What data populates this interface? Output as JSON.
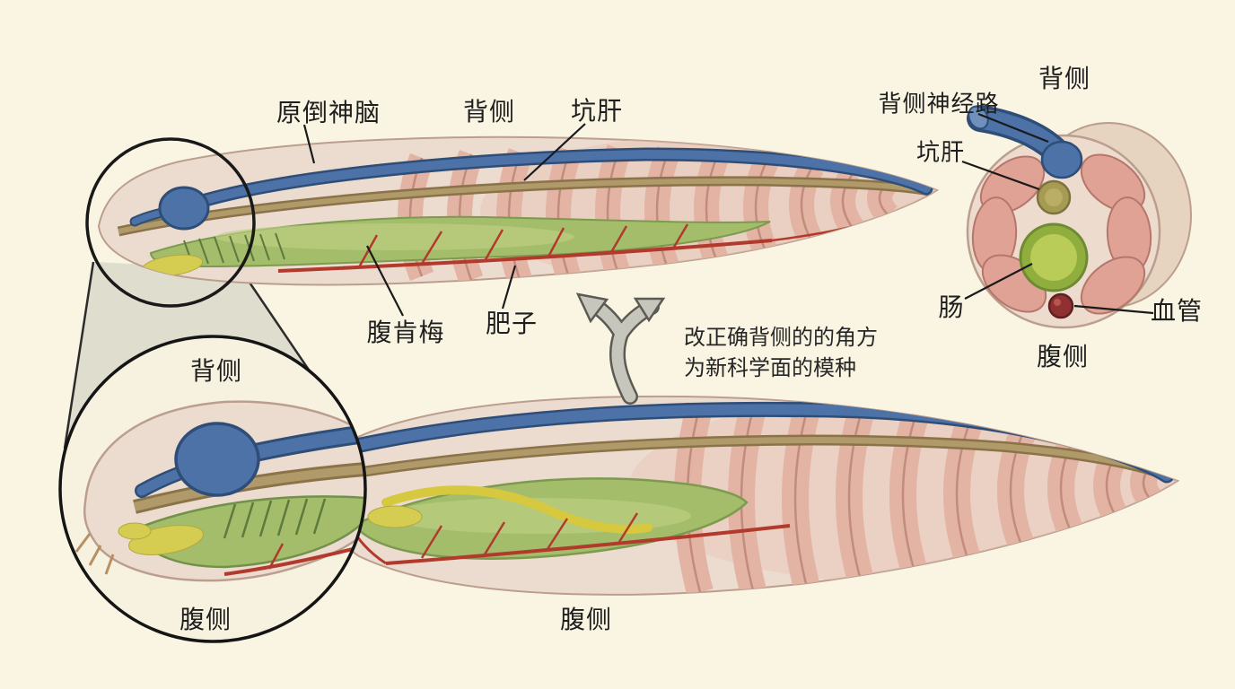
{
  "labels": {
    "lateral_top": {
      "nerve_cord": "原倒神脑",
      "dorsal": "背侧",
      "liver": "坑肝",
      "ventral_organ": "腹肯梅",
      "vessel": "肥子"
    },
    "annotation": {
      "line1": "改正确背侧的的角方",
      "line2": "为新科学面的模种"
    },
    "cross_section": {
      "dorsal": "背侧",
      "nerve_tube": "背侧神经路",
      "liver": "坑肝",
      "gut": "肠",
      "vessel": "血管",
      "ventral": "腹侧"
    },
    "inset": {
      "dorsal": "背侧",
      "ventral": "腹侧"
    },
    "lateral_bottom": {
      "ventral": "腹侧"
    }
  },
  "colors": {
    "background": "#f9f5e2",
    "nerve_blue": "#4d72a8",
    "notochord_tan": "#a78f5f",
    "pharynx_green": "#a3bd6b",
    "endostyle_yellow": "#d5cc52",
    "vessel_red": "#b23a2c",
    "myomere_pink": "#e3b3a4",
    "body": "#ecdccf"
  }
}
